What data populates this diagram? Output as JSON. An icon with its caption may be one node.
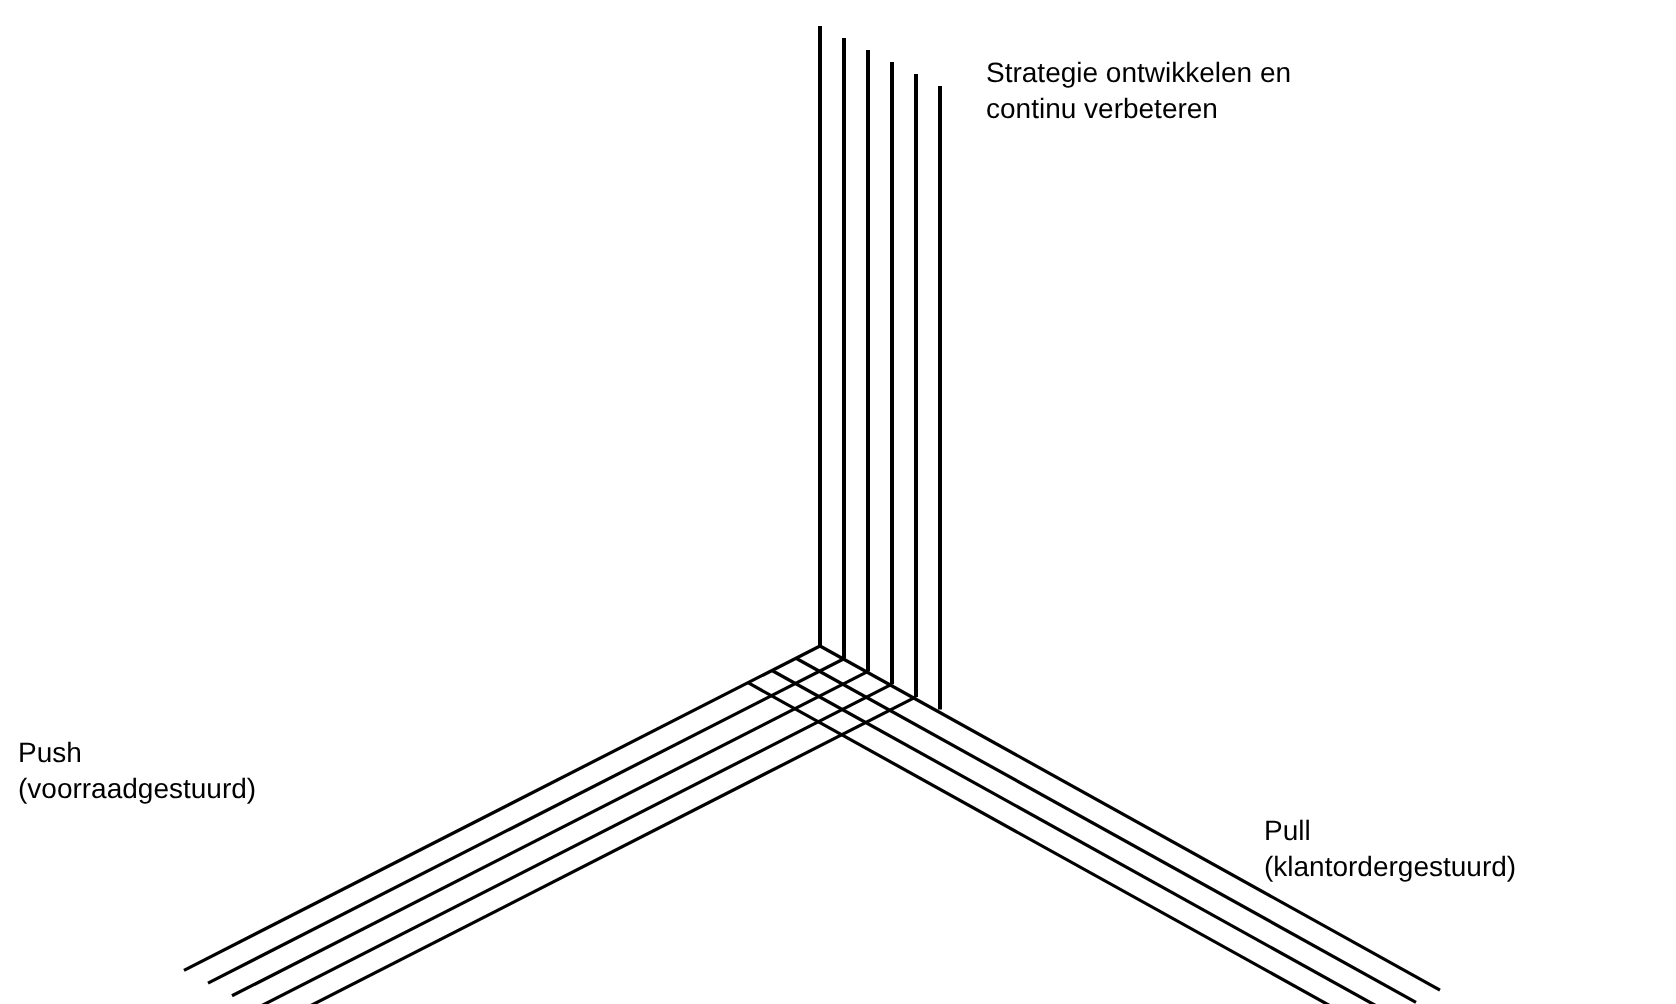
{
  "diagram": {
    "labels": [
      "Strategie ontwikkelen en continu verbeteren",
      "Push (voorraadgestuurd)",
      "Pull (klantordergestuurd)"
    ]
  }
}
